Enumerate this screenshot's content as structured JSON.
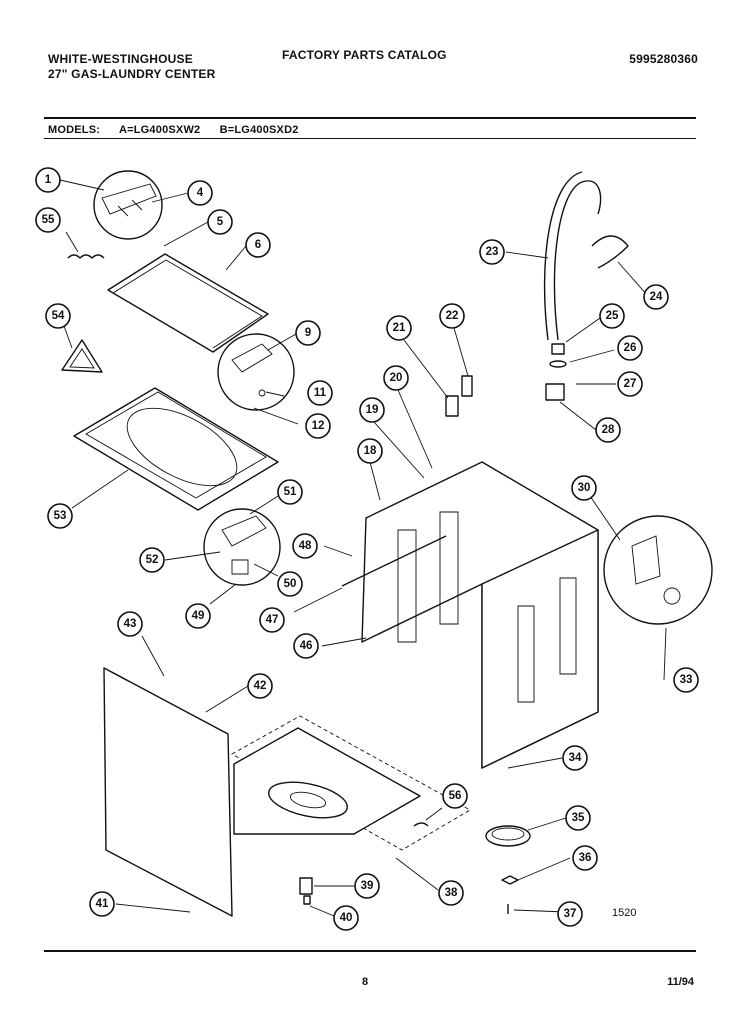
{
  "header": {
    "brand": "WHITE-WESTINGHOUSE",
    "model_line": "27\" GAS-LAUNDRY CENTER",
    "catalog_title": "FACTORY PARTS CATALOG",
    "catalog_number": "5995280360"
  },
  "models": {
    "label": "MODELS:",
    "a": "A=LG400SXW2",
    "b": "B=LG400SXD2"
  },
  "footer": {
    "page_number": "8",
    "date_code": "11/94",
    "figure_code": "1520"
  },
  "callouts": [
    "1",
    "4",
    "5",
    "6",
    "55",
    "54",
    "9",
    "11",
    "12",
    "53",
    "51",
    "52",
    "50",
    "49",
    "48",
    "47",
    "46",
    "43",
    "42",
    "41",
    "39",
    "40",
    "38",
    "56",
    "35",
    "36",
    "37",
    "34",
    "33",
    "30",
    "28",
    "27",
    "26",
    "25",
    "24",
    "23",
    "22",
    "21",
    "20",
    "19",
    "18"
  ]
}
